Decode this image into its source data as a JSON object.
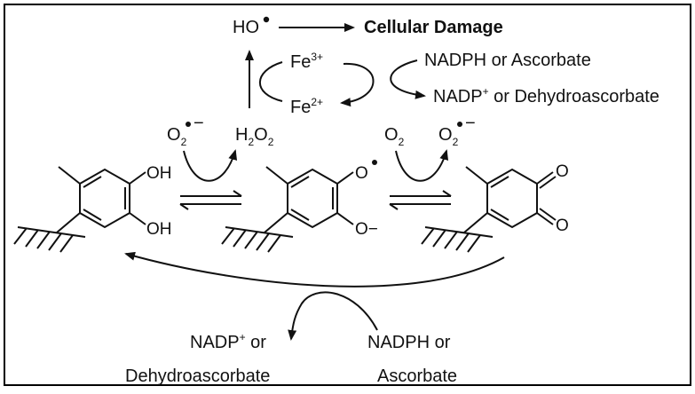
{
  "top_cycle": {
    "hydroxyl_radical": "HO",
    "cellular_damage": "Cellular Damage",
    "fe3": "Fe",
    "fe3_charge": "3+",
    "fe2": "Fe",
    "fe2_charge": "2+",
    "reductant": "NADPH or Ascorbate",
    "oxidized_product": "NADP",
    "oxidized_product_charge": "+",
    "oxidized_product_rest": " or Dehydroascorbate"
  },
  "middle": {
    "superoxide_left": "O",
    "superoxide_left_sub": "2",
    "h2o2_h": "H",
    "h2o2_sub1": "2",
    "h2o2_o": "O",
    "h2o2_sub2": "2",
    "oxygen": "O",
    "oxygen_sub": "2",
    "superoxide_right": "O",
    "superoxide_right_sub": "2",
    "minus": "−"
  },
  "structures": {
    "catechol_oh_top": "OH",
    "catechol_oh_bottom": "OH",
    "semiquinone_o_top": "O",
    "semiquinone_o_bottom": "O",
    "semiquinone_minus": "−",
    "quinone_o_top": "O",
    "quinone_o_bottom": "O"
  },
  "bottom_cycle": {
    "nadp": "NADP",
    "nadp_charge": "+",
    "nadp_or": " or",
    "dehydroascorbate": "Dehydroascorbate",
    "nadph_or": "NADPH or",
    "ascorbate": "Ascorbate"
  },
  "colors": {
    "ink": "#111111",
    "border": "#000000",
    "background": "#ffffff"
  }
}
